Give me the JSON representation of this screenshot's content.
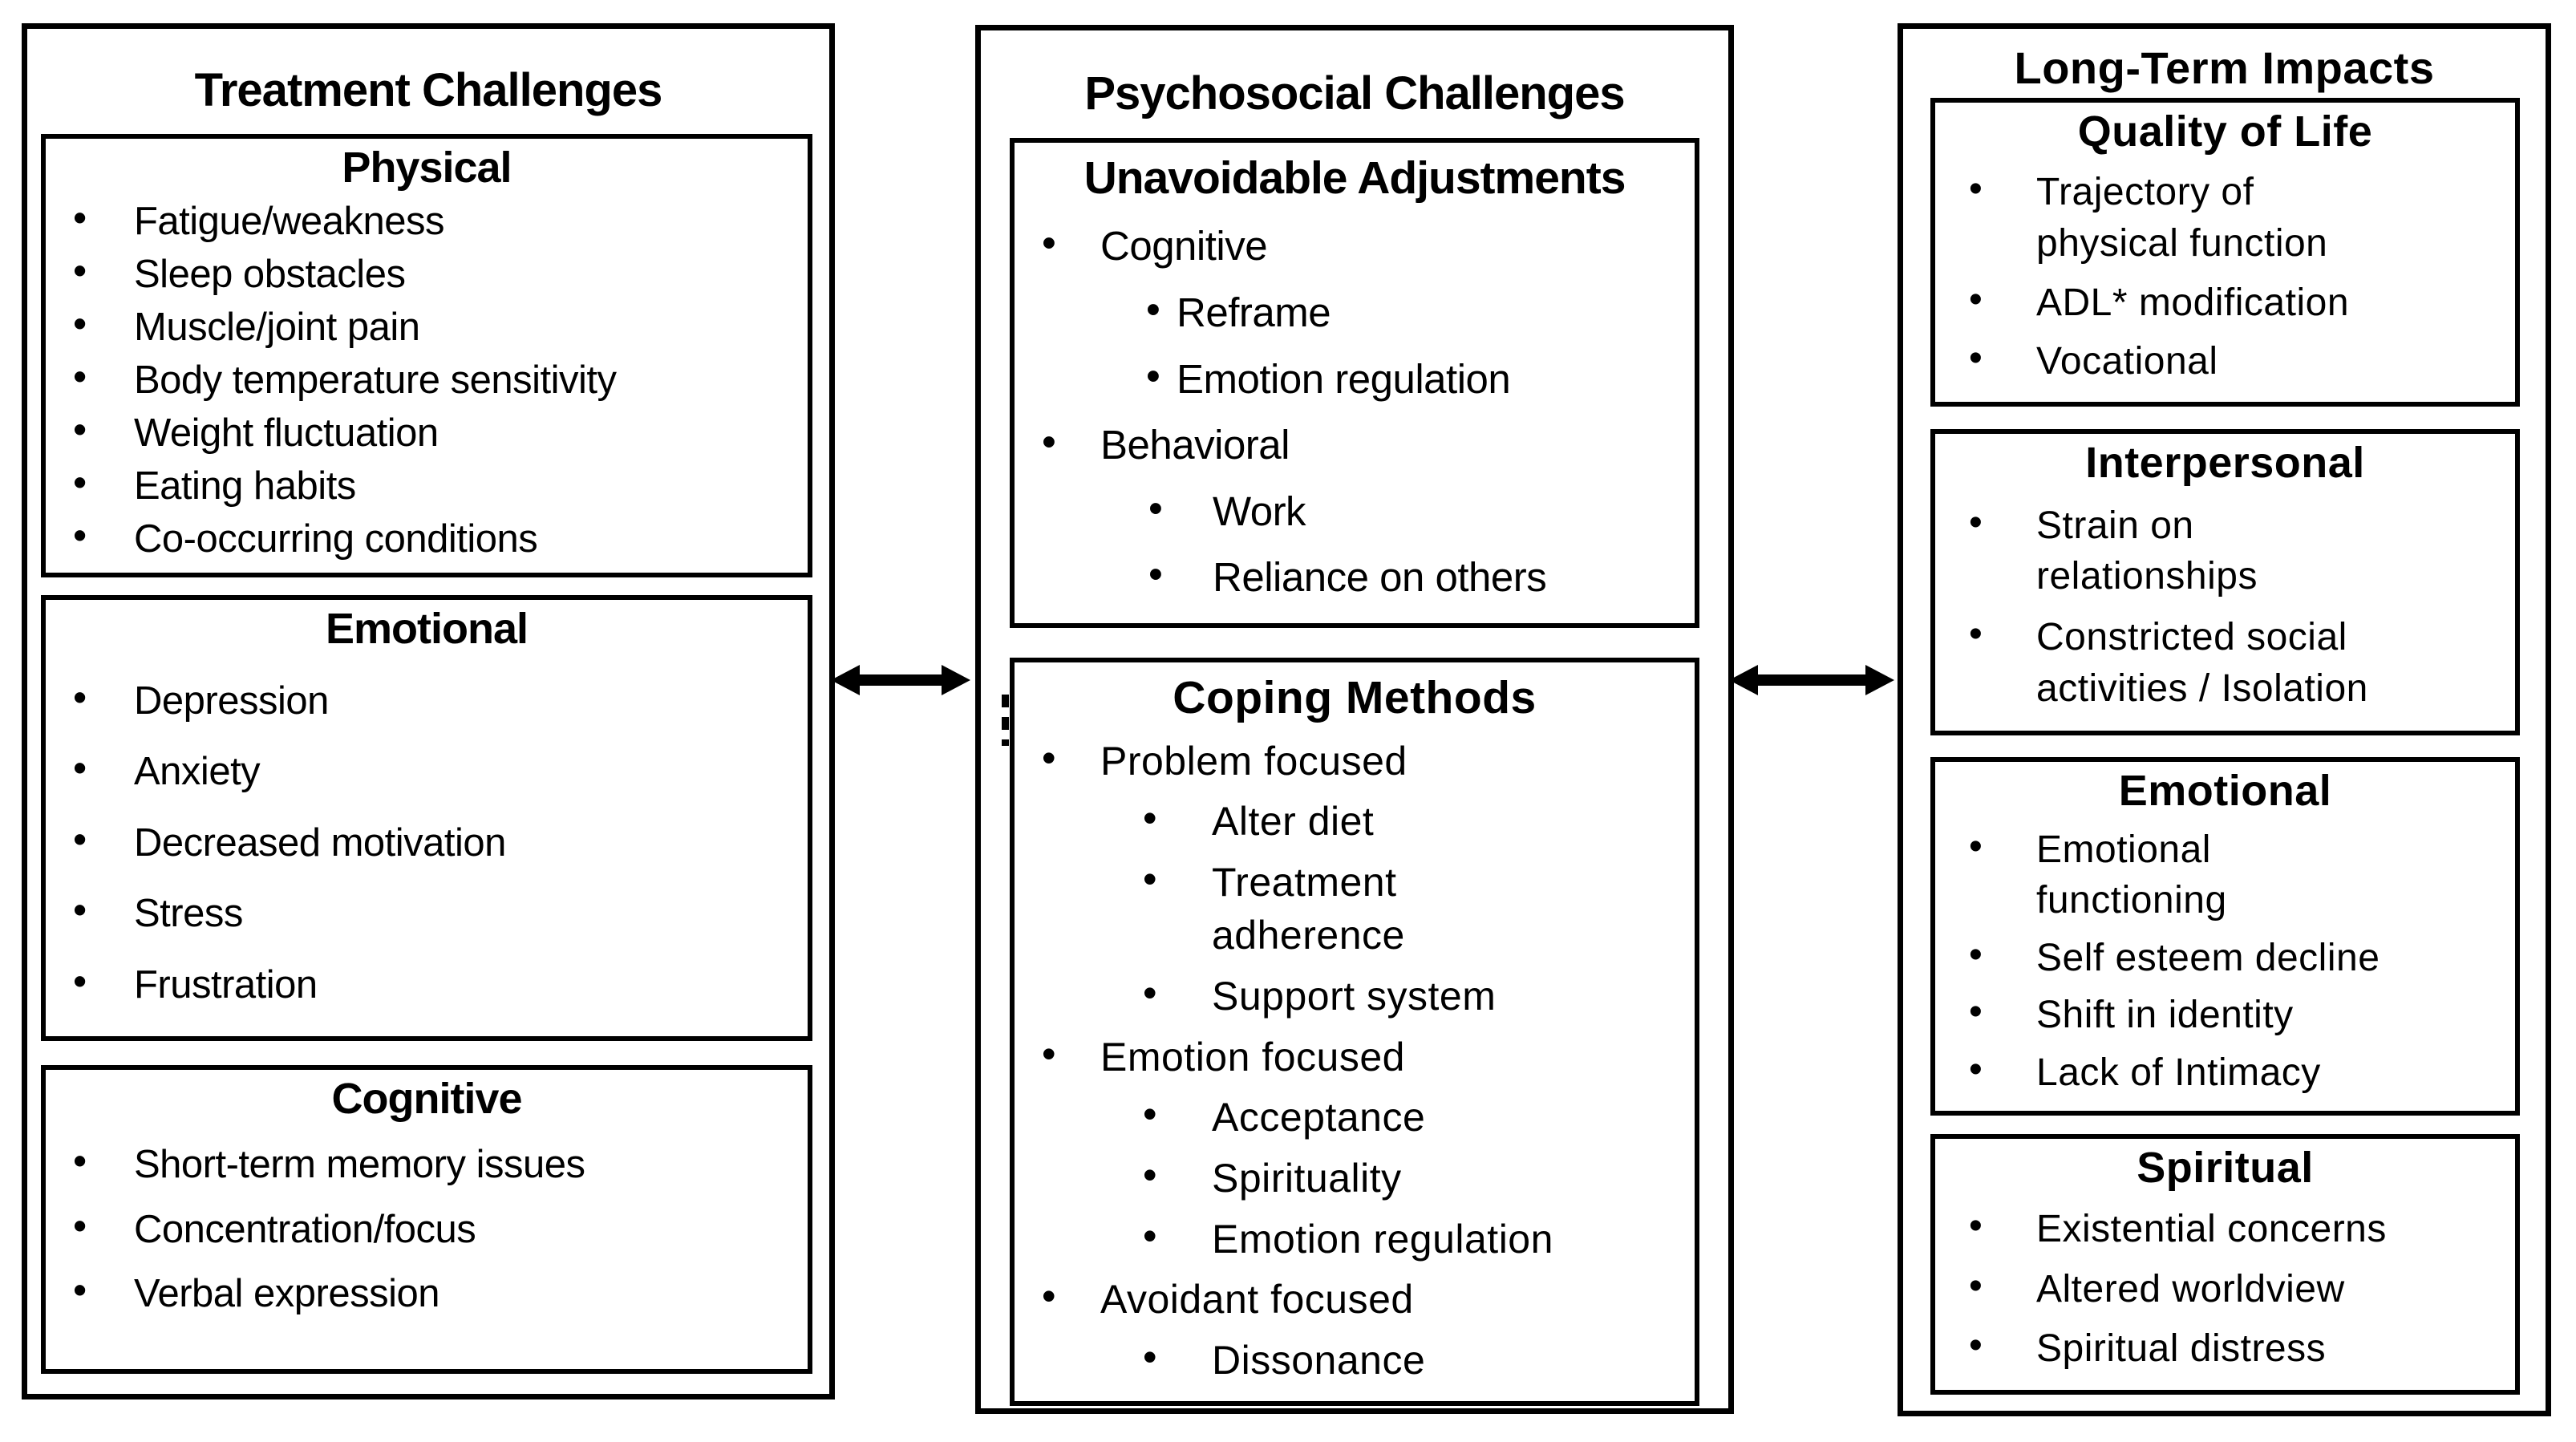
{
  "diagram": {
    "background": "#ffffff",
    "border_color": "#000000",
    "text_color": "#000000",
    "bullet_glyph": "•",
    "columns": [
      {
        "id": "treatment",
        "title": "Treatment Challenges",
        "boxes": [
          {
            "id": "physical",
            "header": "Physical",
            "items": [
              {
                "level": 1,
                "lines": [
                  "Fatigue/weakness"
                ]
              },
              {
                "level": 1,
                "lines": [
                  "Sleep obstacles"
                ]
              },
              {
                "level": 1,
                "lines": [
                  "Muscle/joint pain"
                ]
              },
              {
                "level": 1,
                "lines": [
                  "Body temperature sensitivity"
                ]
              },
              {
                "level": 1,
                "lines": [
                  "Weight fluctuation"
                ]
              },
              {
                "level": 1,
                "lines": [
                  "Eating habits"
                ]
              },
              {
                "level": 1,
                "lines": [
                  "Co-occurring conditions"
                ]
              }
            ]
          },
          {
            "id": "emotional",
            "header": "Emotional",
            "items": [
              {
                "level": 1,
                "lines": [
                  "Depression"
                ]
              },
              {
                "level": 1,
                "lines": [
                  "Anxiety"
                ]
              },
              {
                "level": 1,
                "lines": [
                  "Decreased motivation"
                ]
              },
              {
                "level": 1,
                "lines": [
                  "Stress"
                ]
              },
              {
                "level": 1,
                "lines": [
                  "Frustration"
                ]
              }
            ]
          },
          {
            "id": "cognitive",
            "header": "Cognitive",
            "items": [
              {
                "level": 1,
                "lines": [
                  "Short-term memory issues"
                ]
              },
              {
                "level": 1,
                "lines": [
                  "Concentration/focus"
                ]
              },
              {
                "level": 1,
                "lines": [
                  "Verbal expression"
                ]
              }
            ]
          }
        ]
      },
      {
        "id": "psychosocial",
        "title": "Psychosocial Challenges",
        "boxes": [
          {
            "id": "unavoidable-adjustments",
            "header": "Unavoidable Adjustments",
            "items": [
              {
                "level": 1,
                "lines": [
                  "Cognitive"
                ]
              },
              {
                "level": 2,
                "gap": "tight",
                "lines": [
                  "Reframe"
                ]
              },
              {
                "level": 2,
                "gap": "tight",
                "lines": [
                  "Emotion regulation"
                ]
              },
              {
                "level": 1,
                "lines": [
                  "Behavioral"
                ]
              },
              {
                "level": 2,
                "gap": "wide",
                "lines": [
                  "Work"
                ]
              },
              {
                "level": 2,
                "gap": "wide",
                "lines": [
                  "Reliance on others"
                ]
              }
            ]
          },
          {
            "id": "coping-methods",
            "header": "Coping Methods",
            "items": [
              {
                "level": 1,
                "lines": [
                  "Problem focused"
                ]
              },
              {
                "level": 2,
                "gap": "wide",
                "lines": [
                  "Alter diet"
                ]
              },
              {
                "level": 2,
                "gap": "wide",
                "lines": [
                  "Treatment",
                  "adherence"
                ]
              },
              {
                "level": 2,
                "gap": "wide",
                "lines": [
                  "Support system"
                ]
              },
              {
                "level": 1,
                "lines": [
                  "Emotion focused"
                ]
              },
              {
                "level": 2,
                "gap": "wide",
                "lines": [
                  "Acceptance"
                ]
              },
              {
                "level": 2,
                "gap": "wide",
                "lines": [
                  "Spirituality"
                ]
              },
              {
                "level": 2,
                "gap": "wide",
                "lines": [
                  "Emotion regulation"
                ]
              },
              {
                "level": 1,
                "lines": [
                  "Avoidant focused"
                ]
              },
              {
                "level": 2,
                "gap": "wide",
                "lines": [
                  "Dissonance"
                ]
              }
            ]
          }
        ]
      },
      {
        "id": "longterm",
        "title": "Long-Term Impacts",
        "boxes": [
          {
            "id": "quality-of-life",
            "header": "Quality of Life",
            "items": [
              {
                "level": 1,
                "lines": [
                  "Trajectory of",
                  "physical function"
                ]
              },
              {
                "level": 1,
                "lines": [
                  "ADL* modification"
                ]
              },
              {
                "level": 1,
                "lines": [
                  "Vocational"
                ]
              }
            ]
          },
          {
            "id": "interpersonal",
            "header": "Interpersonal",
            "items": [
              {
                "level": 1,
                "lines": [
                  "Strain on",
                  "relationships"
                ]
              },
              {
                "level": 1,
                "lines": [
                  "Constricted social",
                  "activities / Isolation"
                ]
              }
            ]
          },
          {
            "id": "emotional-impacts",
            "header": "Emotional",
            "items": [
              {
                "level": 1,
                "lines": [
                  "Emotional",
                  "functioning"
                ]
              },
              {
                "level": 1,
                "lines": [
                  "Self esteem decline"
                ]
              },
              {
                "level": 1,
                "lines": [
                  "Shift in identity"
                ]
              },
              {
                "level": 1,
                "lines": [
                  "Lack of Intimacy"
                ]
              }
            ]
          },
          {
            "id": "spiritual",
            "header": "Spiritual",
            "items": [
              {
                "level": 1,
                "lines": [
                  "Existential concerns"
                ]
              },
              {
                "level": 1,
                "lines": [
                  "Altered worldview"
                ]
              },
              {
                "level": 1,
                "lines": [
                  "Spiritual distress"
                ]
              }
            ]
          }
        ]
      }
    ],
    "connectors": [
      {
        "id": "arrow-treatment-psychosocial",
        "type": "double-headed-arrow"
      },
      {
        "id": "arrow-psychosocial-longterm",
        "type": "double-headed-arrow"
      }
    ]
  }
}
